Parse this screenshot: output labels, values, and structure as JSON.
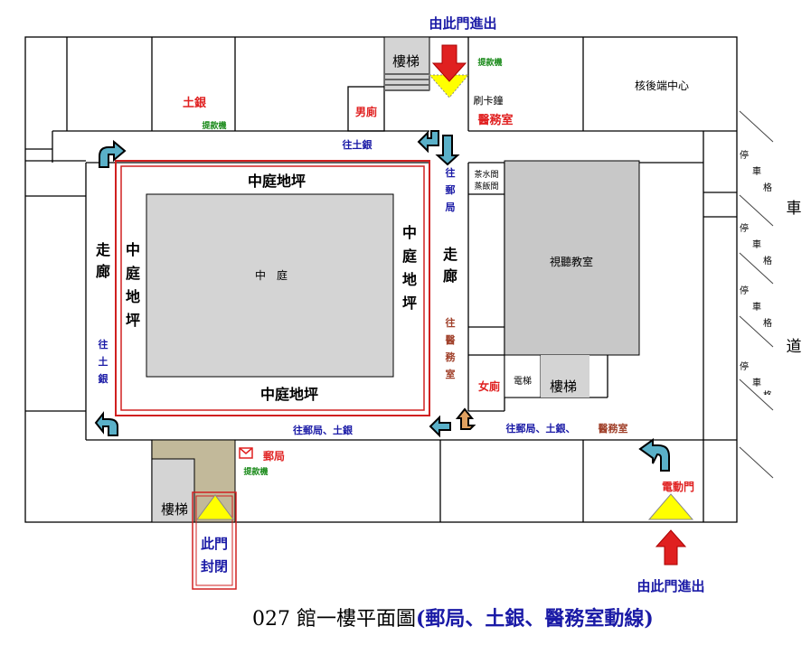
{
  "title": {
    "main": "027 館一樓平面圖",
    "sub": "(郵局、土銀、醫務室動線)"
  },
  "entrances": {
    "top": "由此門進出",
    "bottom_right": "由此門進出",
    "closed": [
      "此門",
      "封閉"
    ],
    "auto_door": "電動門"
  },
  "rooms": {
    "land_bank": "土銀",
    "atm": "提款機",
    "mens_room": "男廁",
    "stairs": "樓梯",
    "card_clock": "刷卡鐘",
    "clinic": "醫務室",
    "nuclear_center": "核後端中心",
    "tea_room": "茶水間",
    "steam_room": "蒸飯間",
    "av_room": "視聽教室",
    "womens_room": "女廁",
    "elevator": "電梯",
    "post_office": "郵局",
    "courtyard": "中　庭",
    "lawn": "中庭地坪",
    "corridor": "走廊"
  },
  "routes": {
    "to_land_bank_top": "往土銀",
    "to_post_vertical": [
      "往",
      "郵",
      "局"
    ],
    "to_clinic_vertical": [
      "往",
      "醫",
      "務",
      "室"
    ],
    "to_land_bank_left": [
      "往",
      "土",
      "銀"
    ],
    "to_post_bank_bottom": "往郵局、土銀",
    "to_all_a": "往郵局、土銀、",
    "to_all_b": "醫務室"
  },
  "road": {
    "parking": [
      "停",
      "車",
      "格"
    ],
    "road_a": "車",
    "road_b": "道"
  },
  "colors": {
    "blue": "#1a1aa6",
    "red": "#e02020",
    "brown": "#a0402a",
    "green": "#1a8a1a",
    "gray": "#d4d4d4",
    "khaki": "#c2b99a",
    "yellow": "#ffff00",
    "arrow": "#5ab0c8"
  }
}
